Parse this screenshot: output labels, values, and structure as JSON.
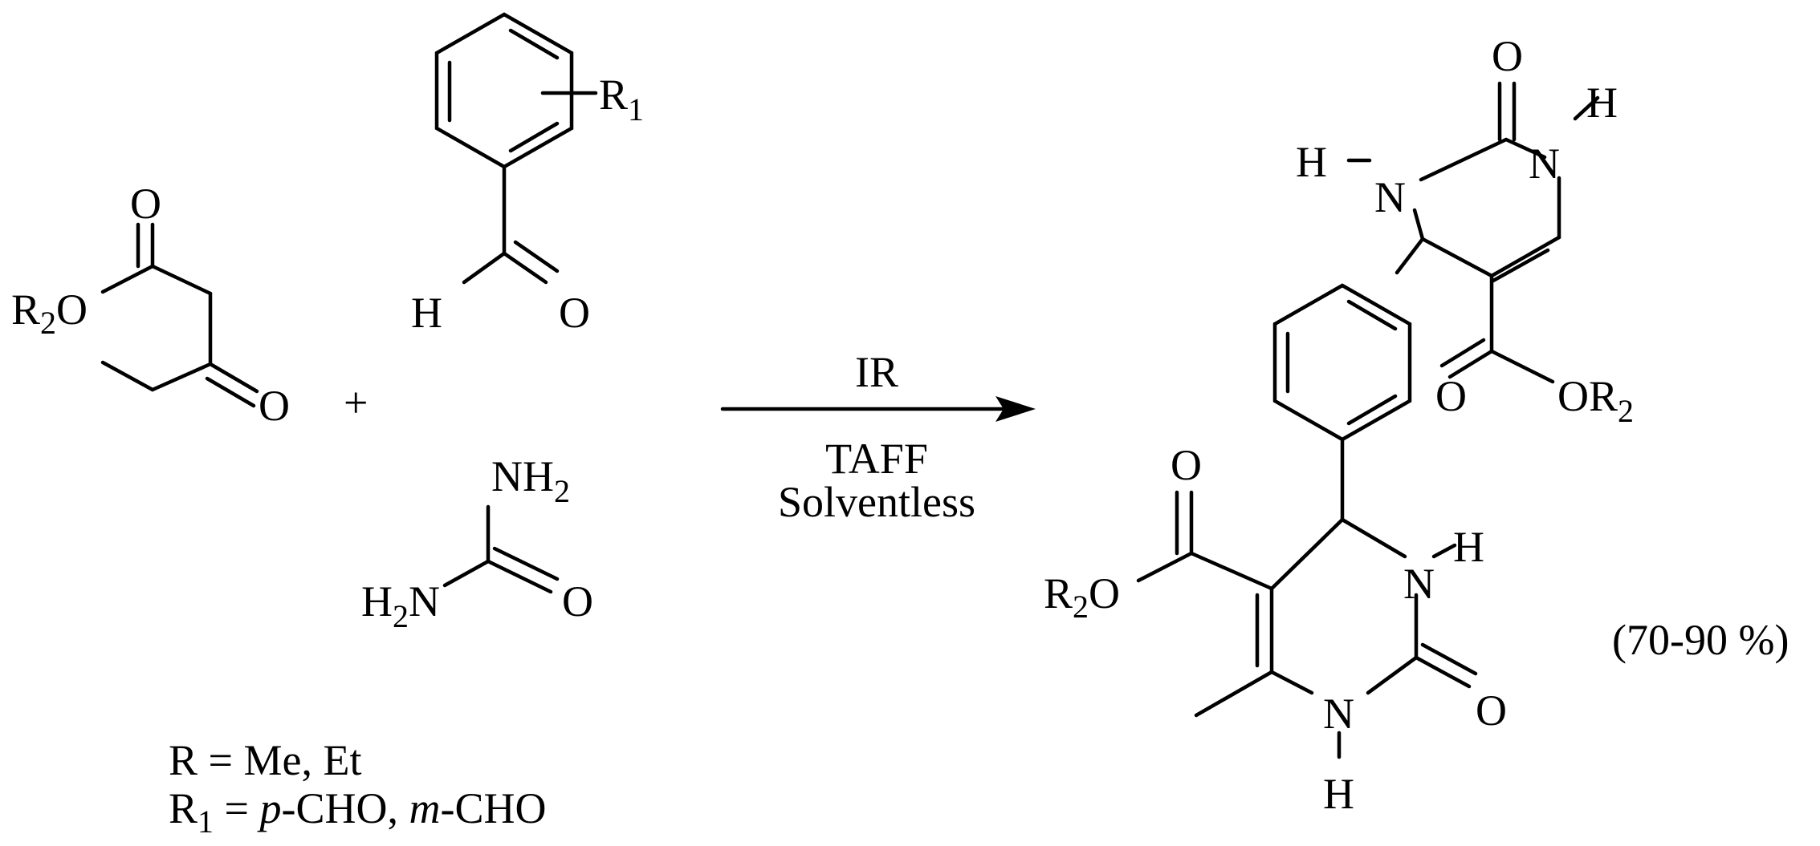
{
  "reagent_ester": {
    "carbonyl_o": "O",
    "ketone_o": "O",
    "alkoxy_r": "R",
    "alkoxy_sub": "2",
    "alkoxy_o": "O"
  },
  "plus": "+",
  "reagent_aldehyde": {
    "r": "R",
    "r_sub": "1",
    "h": "H",
    "o": "O"
  },
  "reagent_urea": {
    "nh": "NH",
    "nh_sub": "2",
    "h": "H",
    "h_sub": "2",
    "n": "N",
    "o": "O"
  },
  "conditions": {
    "above_arrow": "IR",
    "below_arrow_1": "TAFF",
    "below_arrow_2": "Solventless"
  },
  "product": {
    "top_o": "O",
    "top_h_left": "H",
    "top_n_left": "N",
    "top_n_right": "N",
    "top_h_right": "H",
    "top_ester_o": "O",
    "top_ester_r": "OR",
    "top_ester_sub": "2",
    "bot_ester_o": "O",
    "bot_ester_r": "R",
    "bot_ester_sub": "2",
    "bot_ester_o2": "O",
    "bot_n_right": "N",
    "bot_h_right": "H",
    "bot_n_bottom": "N",
    "bot_h_bottom": "H",
    "bot_o": "O"
  },
  "yield": "(70-90 %)",
  "definitions": {
    "r_line": "R = Me, Et",
    "r1_label": "R",
    "r1_sub": "1",
    "r1_eq": " = ",
    "p_italic": "p",
    "p_rest": "-CHO, ",
    "m_italic": "m",
    "m_rest": "-CHO"
  }
}
